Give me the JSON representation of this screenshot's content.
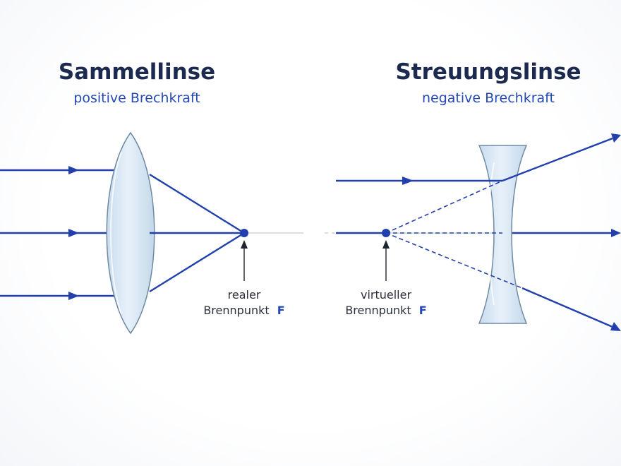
{
  "converging": {
    "title": "Sammellinse",
    "subtitle": "positive Brechkraft",
    "focus_label_line1": "realer",
    "focus_label_line2": "Brennpunkt",
    "focus_symbol": "F"
  },
  "diverging": {
    "title": "Streuungslinse",
    "subtitle": "negative Brechkraft",
    "focus_label_line1": "virtueller",
    "focus_label_line2": "Brennpunkt",
    "focus_symbol": "F"
  },
  "colors": {
    "ray": "#2140ad",
    "title": "#1b2a4e",
    "subtitle": "#2449b4",
    "lens_fill": "#dce9f5",
    "lens_stroke": "#6f8aa3"
  }
}
